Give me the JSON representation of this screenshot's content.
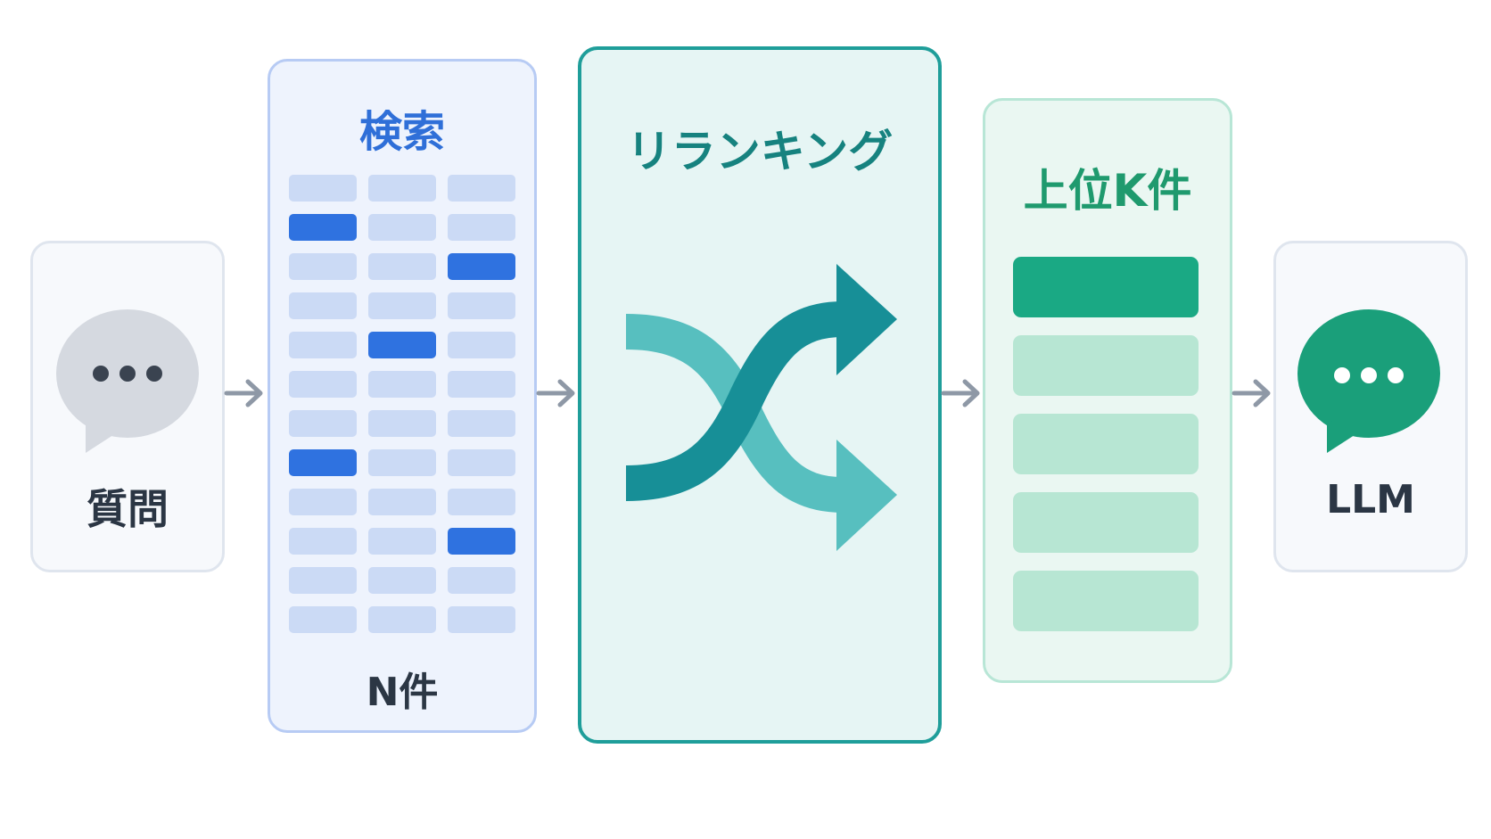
{
  "labels": {
    "question": "質問",
    "search": "検索",
    "n_items": "N件",
    "rerank": "リランキング",
    "top_k": "上位K件",
    "llm": "LLM"
  },
  "icons": {
    "question": "speech-bubble-icon",
    "llm": "speech-bubble-icon",
    "rerank": "shuffle-icon",
    "connector": "arrow-right-icon"
  },
  "search_grid": {
    "rows": 12,
    "cols": 3,
    "highlighted": [
      [
        1,
        0
      ],
      [
        2,
        2
      ],
      [
        4,
        1
      ],
      [
        7,
        0
      ],
      [
        9,
        2
      ]
    ]
  },
  "top_k_list": {
    "count": 5,
    "highlighted_index": 0
  },
  "colors": {
    "search_accent": "#2f72e0",
    "rerank_accent": "#16827f",
    "topk_accent": "#1aa984",
    "question_bubble": "#d5d9e0",
    "llm_bubble": "#1a9f7a"
  }
}
